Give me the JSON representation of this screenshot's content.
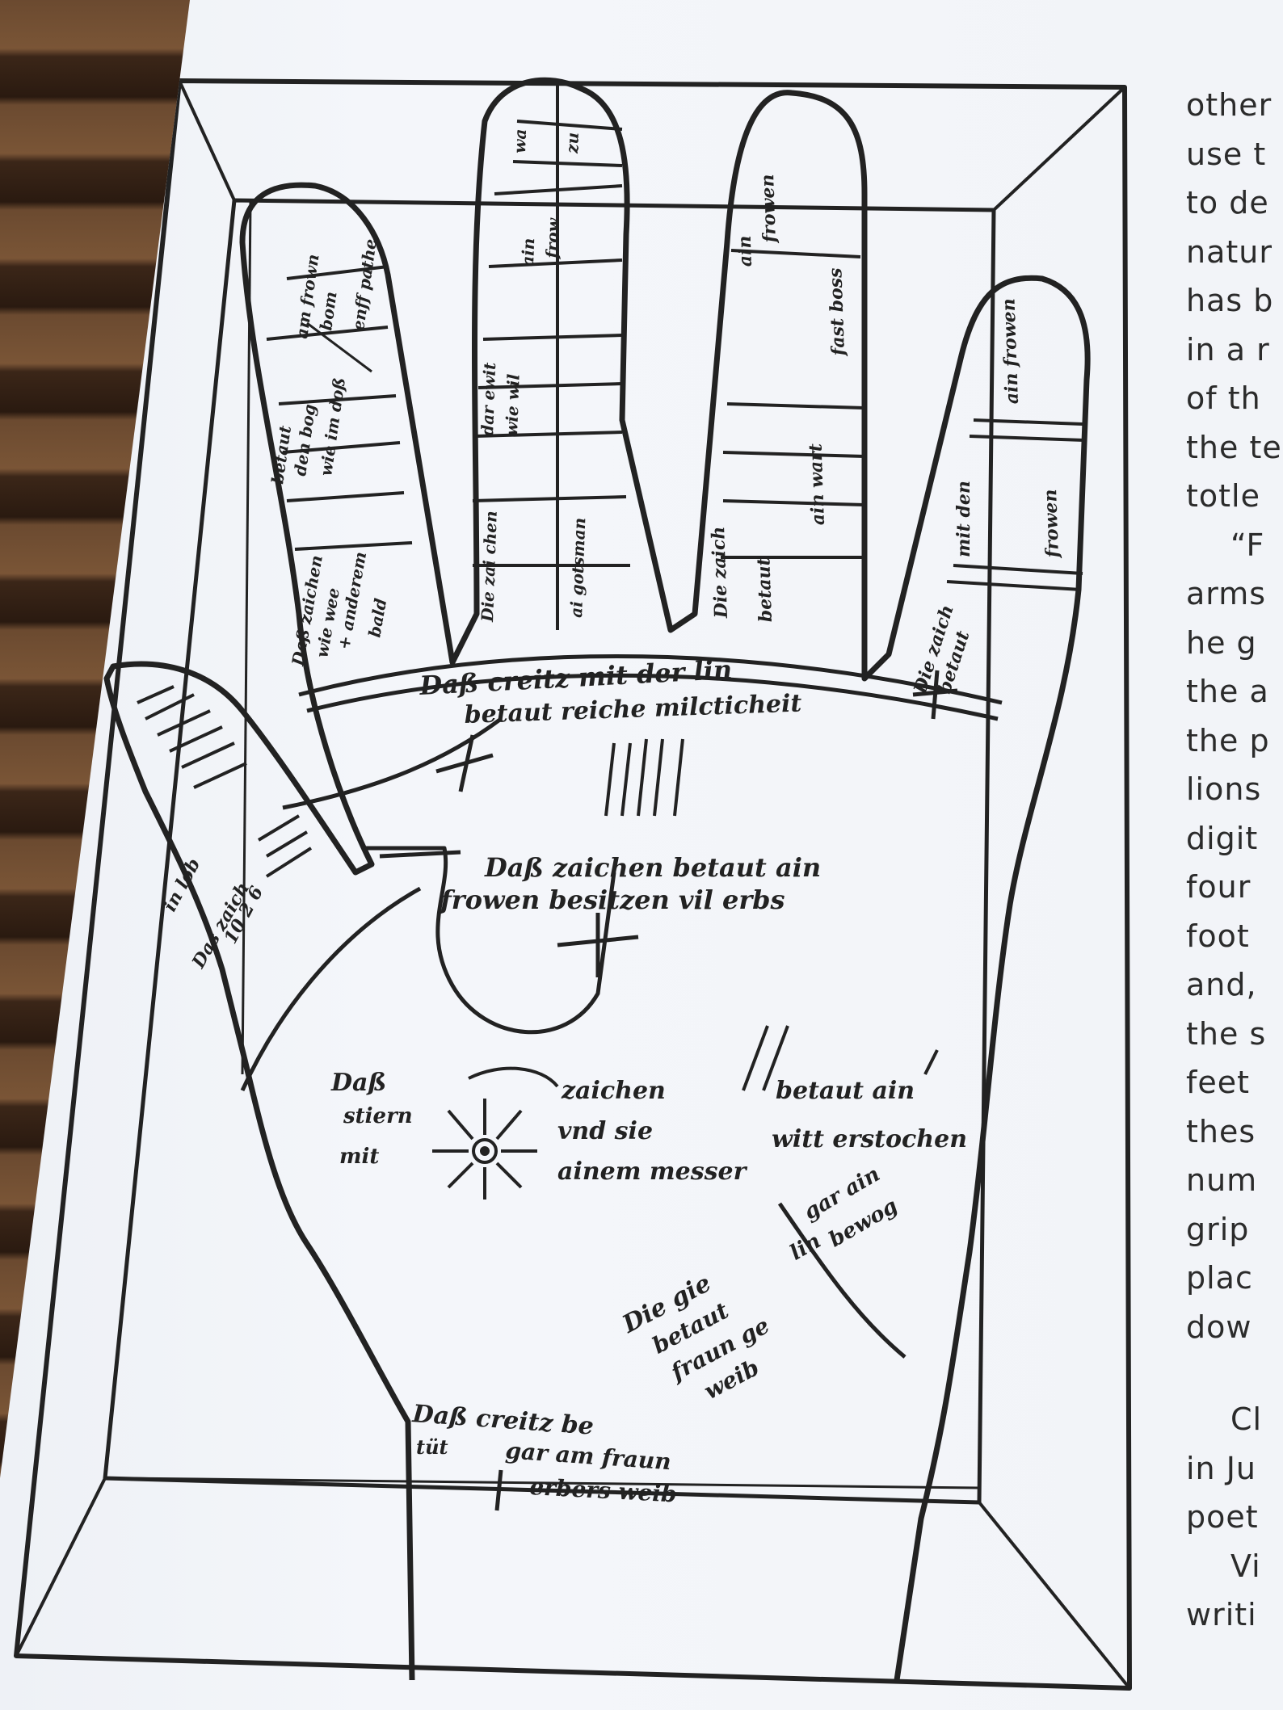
{
  "woodcut": {
    "palm_labels": {
      "heart_line": [
        "Daß creitz mit der lin",
        "betaut reiche milcticheit"
      ],
      "head_line": [
        "Daß zaichen betaut ain",
        "frowen besitzen vil erbs"
      ],
      "sun_left": [
        "Daß",
        "stiern",
        "mit"
      ],
      "sun_right": [
        "zaichen",
        "vnd sie",
        "ainem messer"
      ],
      "sun_far_right": [
        "betaut ain",
        "witt erstochen"
      ],
      "lower_right": [
        "Die gie",
        "betaut",
        "fraun ge",
        "weib"
      ],
      "lower_right_2": [
        "lin",
        "gar ain",
        "bewog"
      ],
      "wrist": [
        "Daß creitz be",
        "tüt",
        "gar am fraun",
        "erbers weib"
      ]
    },
    "finger_labels": {
      "index": [
        "Daß zaichen",
        "wie wee",
        "+ anderem",
        "bald",
        "betaut",
        "den bog",
        "wie im doß",
        "am frown",
        "bom",
        "enff pathe"
      ],
      "middle": [
        "Die zai chen",
        "ai gotsman",
        "dar ewit",
        "wie wil",
        "ain",
        "frow",
        "wa",
        "zu"
      ],
      "ring": [
        "Die zaich",
        "betaut",
        "ain",
        "frowen",
        "ain wart",
        "fast boss"
      ],
      "little": [
        "Die zaich",
        "betaut",
        "ain frowen",
        "mit den",
        "frowen"
      ],
      "thumb": [
        "Das zaich",
        "in lob",
        "10 2 6"
      ]
    }
  },
  "right_column": {
    "lines": [
      "other",
      "use t",
      "to de",
      "natur",
      "has b",
      "in a r",
      "of th",
      "the te",
      "totle",
      "“F",
      "arms",
      "he g",
      "the a",
      "the p",
      "lions",
      "digit",
      "four",
      "foot",
      "and,",
      "the s",
      "feet",
      "thes",
      "num",
      "grip",
      "plac",
      "dow",
      "Cl",
      "in Ju",
      "poet",
      "Vi",
      "writi"
    ]
  },
  "colors": {
    "paper": "#f2f4f8",
    "ink": "#222222",
    "background_wall": "#5a3f2a"
  }
}
